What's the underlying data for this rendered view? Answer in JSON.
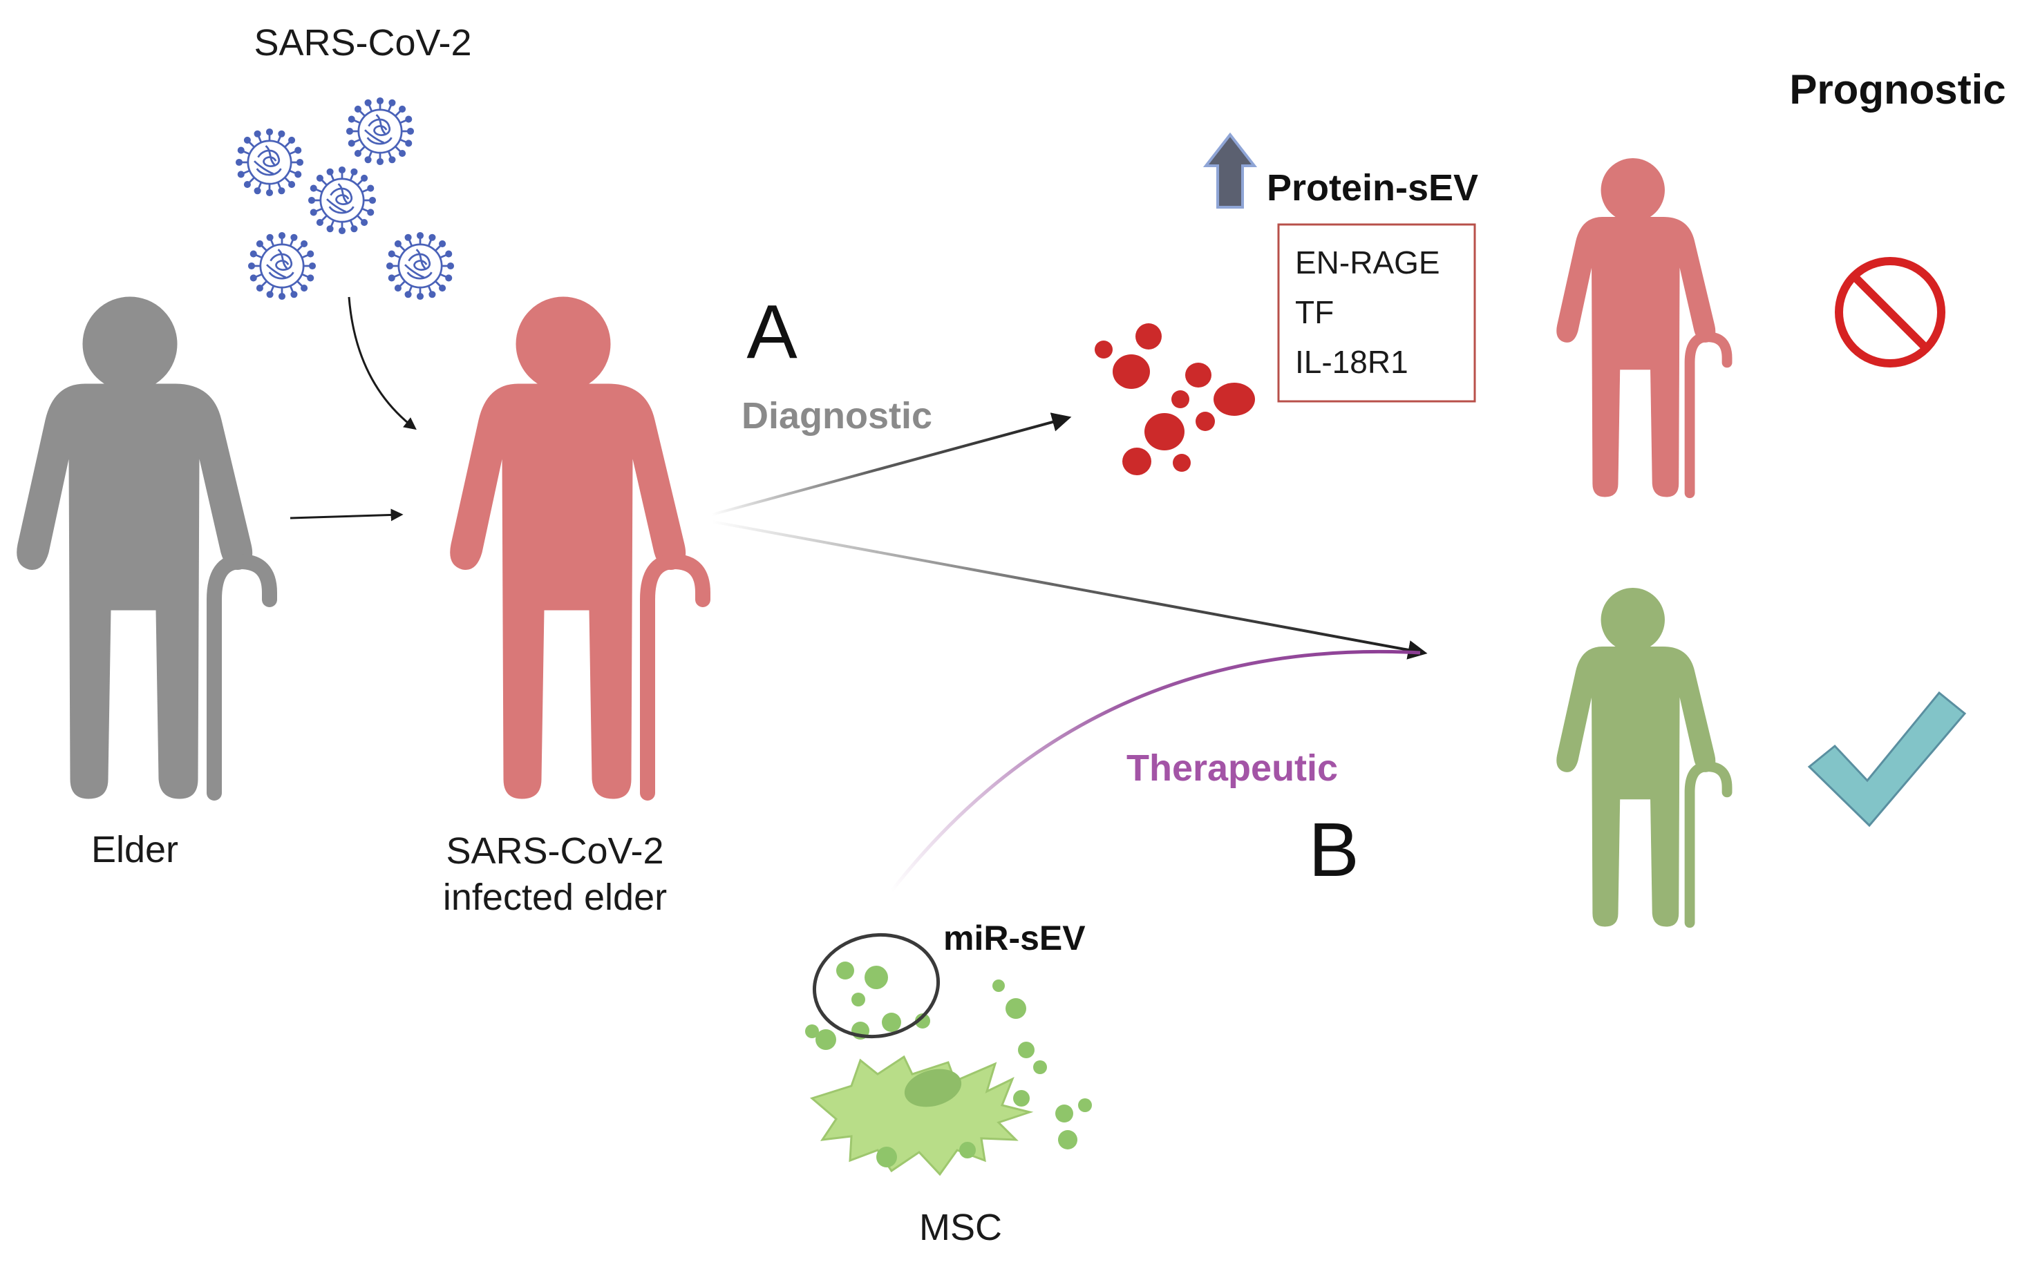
{
  "virus": {
    "label": "SARS-CoV-2"
  },
  "people": {
    "elder": "Elder",
    "infected_line1": "SARS-CoV-2",
    "infected_line2": "infected elder"
  },
  "paths": {
    "a_letter": "A",
    "b_letter": "B",
    "diagnostic": "Diagnostic",
    "therapeutic": "Therapeutic"
  },
  "protein": {
    "title": "Protein-sEV",
    "markers": [
      "EN-RAGE",
      "TF",
      "IL-18R1"
    ]
  },
  "prognostic": {
    "title": "Prognostic"
  },
  "msc": {
    "label": "MSC",
    "mir_label": "miR-sEV"
  },
  "colors": {
    "healthy": "#8f8f8f",
    "infected": "#d97878",
    "recovered": "#98b475",
    "diagnostic_text": "#8a8a8a",
    "therapeutic_text": "#a354a6",
    "therapeutic_arrow": "#8b3c93",
    "no_sign": "#d62222",
    "check": "#82c4c8",
    "sev_red": "#cc2a2a",
    "msc_green": "#8fc56a",
    "virus": "#4a62b8"
  }
}
